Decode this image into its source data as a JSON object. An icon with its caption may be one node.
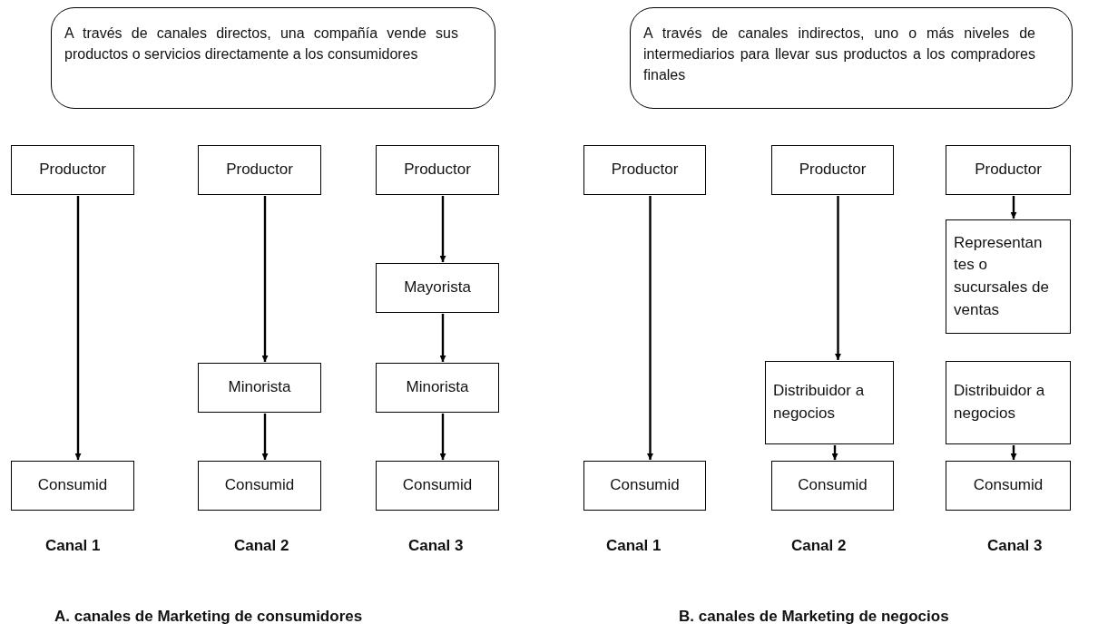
{
  "diagram": {
    "nodes": [
      {
        "text": [
          "A través de canales directos, una compañía vende sus productos o servicios directamente a los consumidores"
        ]
      },
      {
        "text": [
          "A través de canales indirectos, uno o más niveles de intermediarios para llevar sus productos a los compradores finales"
        ]
      },
      {
        "text": [
          "Productor"
        ]
      },
      {
        "text": [
          "Productor"
        ]
      },
      {
        "text": [
          "Productor"
        ]
      },
      {
        "text": [
          "Productor"
        ]
      },
      {
        "text": [
          "Productor"
        ]
      },
      {
        "text": [
          "Productor"
        ]
      },
      {
        "text": [
          "Representan tes o sucursales de ventas"
        ]
      },
      {
        "text": [
          "Mayorista"
        ]
      },
      {
        "text": [
          "Minorista"
        ]
      },
      {
        "text": [
          "Minorista"
        ]
      },
      {
        "text": [
          "Distribuidor a negocios"
        ]
      },
      {
        "text": [
          "Distribuidor a negocios"
        ]
      },
      {
        "text": [
          "Consumid"
        ]
      },
      {
        "text": [
          "Consumid"
        ]
      },
      {
        "text": [
          "Consumid"
        ]
      },
      {
        "text": [
          "Consumid"
        ]
      },
      {
        "text": [
          "Consumid"
        ]
      },
      {
        "text": [
          "Consumid"
        ]
      }
    ],
    "edges": [
      {
        "from": 2,
        "to": 14,
        "arrow": "to"
      },
      {
        "from": 3,
        "to": 10,
        "arrow": "to"
      },
      {
        "from": 10,
        "to": 15,
        "arrow": "to"
      },
      {
        "from": 4,
        "to": 9,
        "arrow": "to"
      },
      {
        "from": 9,
        "to": 11,
        "arrow": "to"
      },
      {
        "from": 11,
        "to": 16,
        "arrow": "to"
      },
      {
        "from": 5,
        "to": 17,
        "arrow": "to"
      },
      {
        "from": 6,
        "to": 12,
        "arrow": "to"
      },
      {
        "from": 12,
        "to": 18,
        "arrow": "to"
      },
      {
        "from": 7,
        "to": 8,
        "arrow": "to"
      },
      {
        "from": 13,
        "to": 19,
        "arrow": "to"
      }
    ],
    "labels": [
      "Canal 1",
      "Canal 2",
      "Canal 3",
      "Canal 1",
      "Canal 2",
      "Canal 3",
      "A. canales de Marketing de consumidores",
      "B. canales de Marketing de negocios"
    ]
  }
}
